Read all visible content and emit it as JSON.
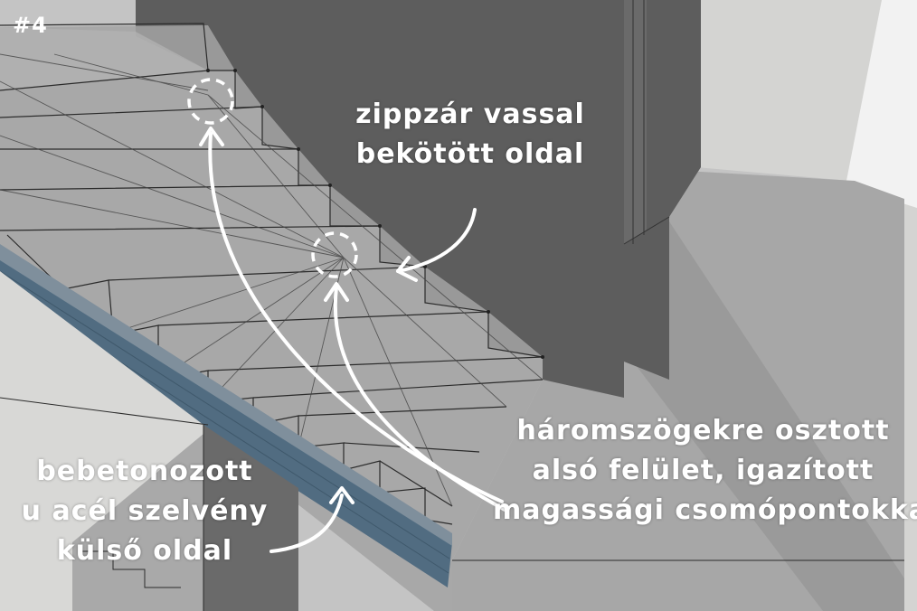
{
  "figure_number": "#4",
  "labels": {
    "zipper_line1": "zippzár vassal",
    "zipper_line2": "bekötött oldal",
    "beam_line1": "bebetonozott",
    "beam_line2": "u acél szelvény",
    "beam_line3": "külső oldal",
    "tri_line1": "háromszögekre osztott",
    "tri_line2": "alsó felület, igazított",
    "tri_line3": "magassági csomópontokkal"
  },
  "colors": {
    "background": "#c8c8c8",
    "wall_dark": "#5c5c5c",
    "stair_faces": "#9e9e9e",
    "steel_channel": "#4f6b80",
    "annotation": "#ffffff"
  }
}
